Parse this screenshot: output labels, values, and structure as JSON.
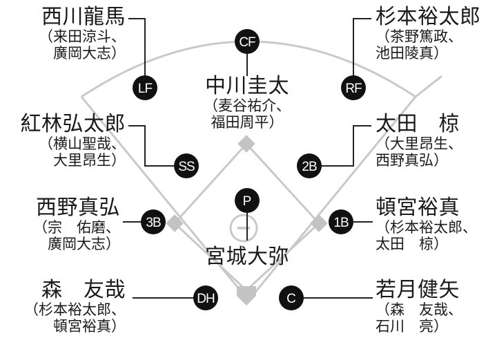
{
  "positions": {
    "LF": {
      "badge": "LF",
      "starter": "西川龍馬",
      "sub1": "（来田涼斗、",
      "sub2": "廣岡大志）"
    },
    "CF": {
      "badge": "CF",
      "starter": "中川圭太",
      "sub1": "（麦谷祐介、",
      "sub2": "福田周平）"
    },
    "RF": {
      "badge": "RF",
      "starter": "杉本裕太郎",
      "sub1": "（茶野篤政、",
      "sub2": "池田陵真）"
    },
    "SS": {
      "badge": "SS",
      "starter": "紅林弘太郎",
      "sub1": "（横山聖哉、",
      "sub2": "大里昂生）"
    },
    "2B": {
      "badge": "2B",
      "starter": "太田　椋",
      "sub1": "（大里昂生、",
      "sub2": "西野真弘）"
    },
    "3B": {
      "badge": "3B",
      "starter": "西野真弘",
      "sub1": "（宗　佑磨、",
      "sub2": "廣岡大志）"
    },
    "1B": {
      "badge": "1B",
      "starter": "頓宮裕真",
      "sub1": "（杉本裕太郎、",
      "sub2": "太田　椋）"
    },
    "P": {
      "badge": "P",
      "starter": "宮城大弥"
    },
    "DH": {
      "badge": "DH",
      "starter": "森　友哉",
      "sub1": "（杉本裕太郎、",
      "sub2": "頓宮裕真）"
    },
    "C": {
      "badge": "C",
      "starter": "若月健矢",
      "sub1": "（森　友哉、",
      "sub2": "石川　亮）"
    }
  },
  "colors": {
    "badge_fill": "#111111",
    "badge_text": "#ffffff",
    "field_line": "#c9c9c9",
    "base": "#c3c3c3",
    "leader": "#222222",
    "text": "#1a1a1a"
  }
}
